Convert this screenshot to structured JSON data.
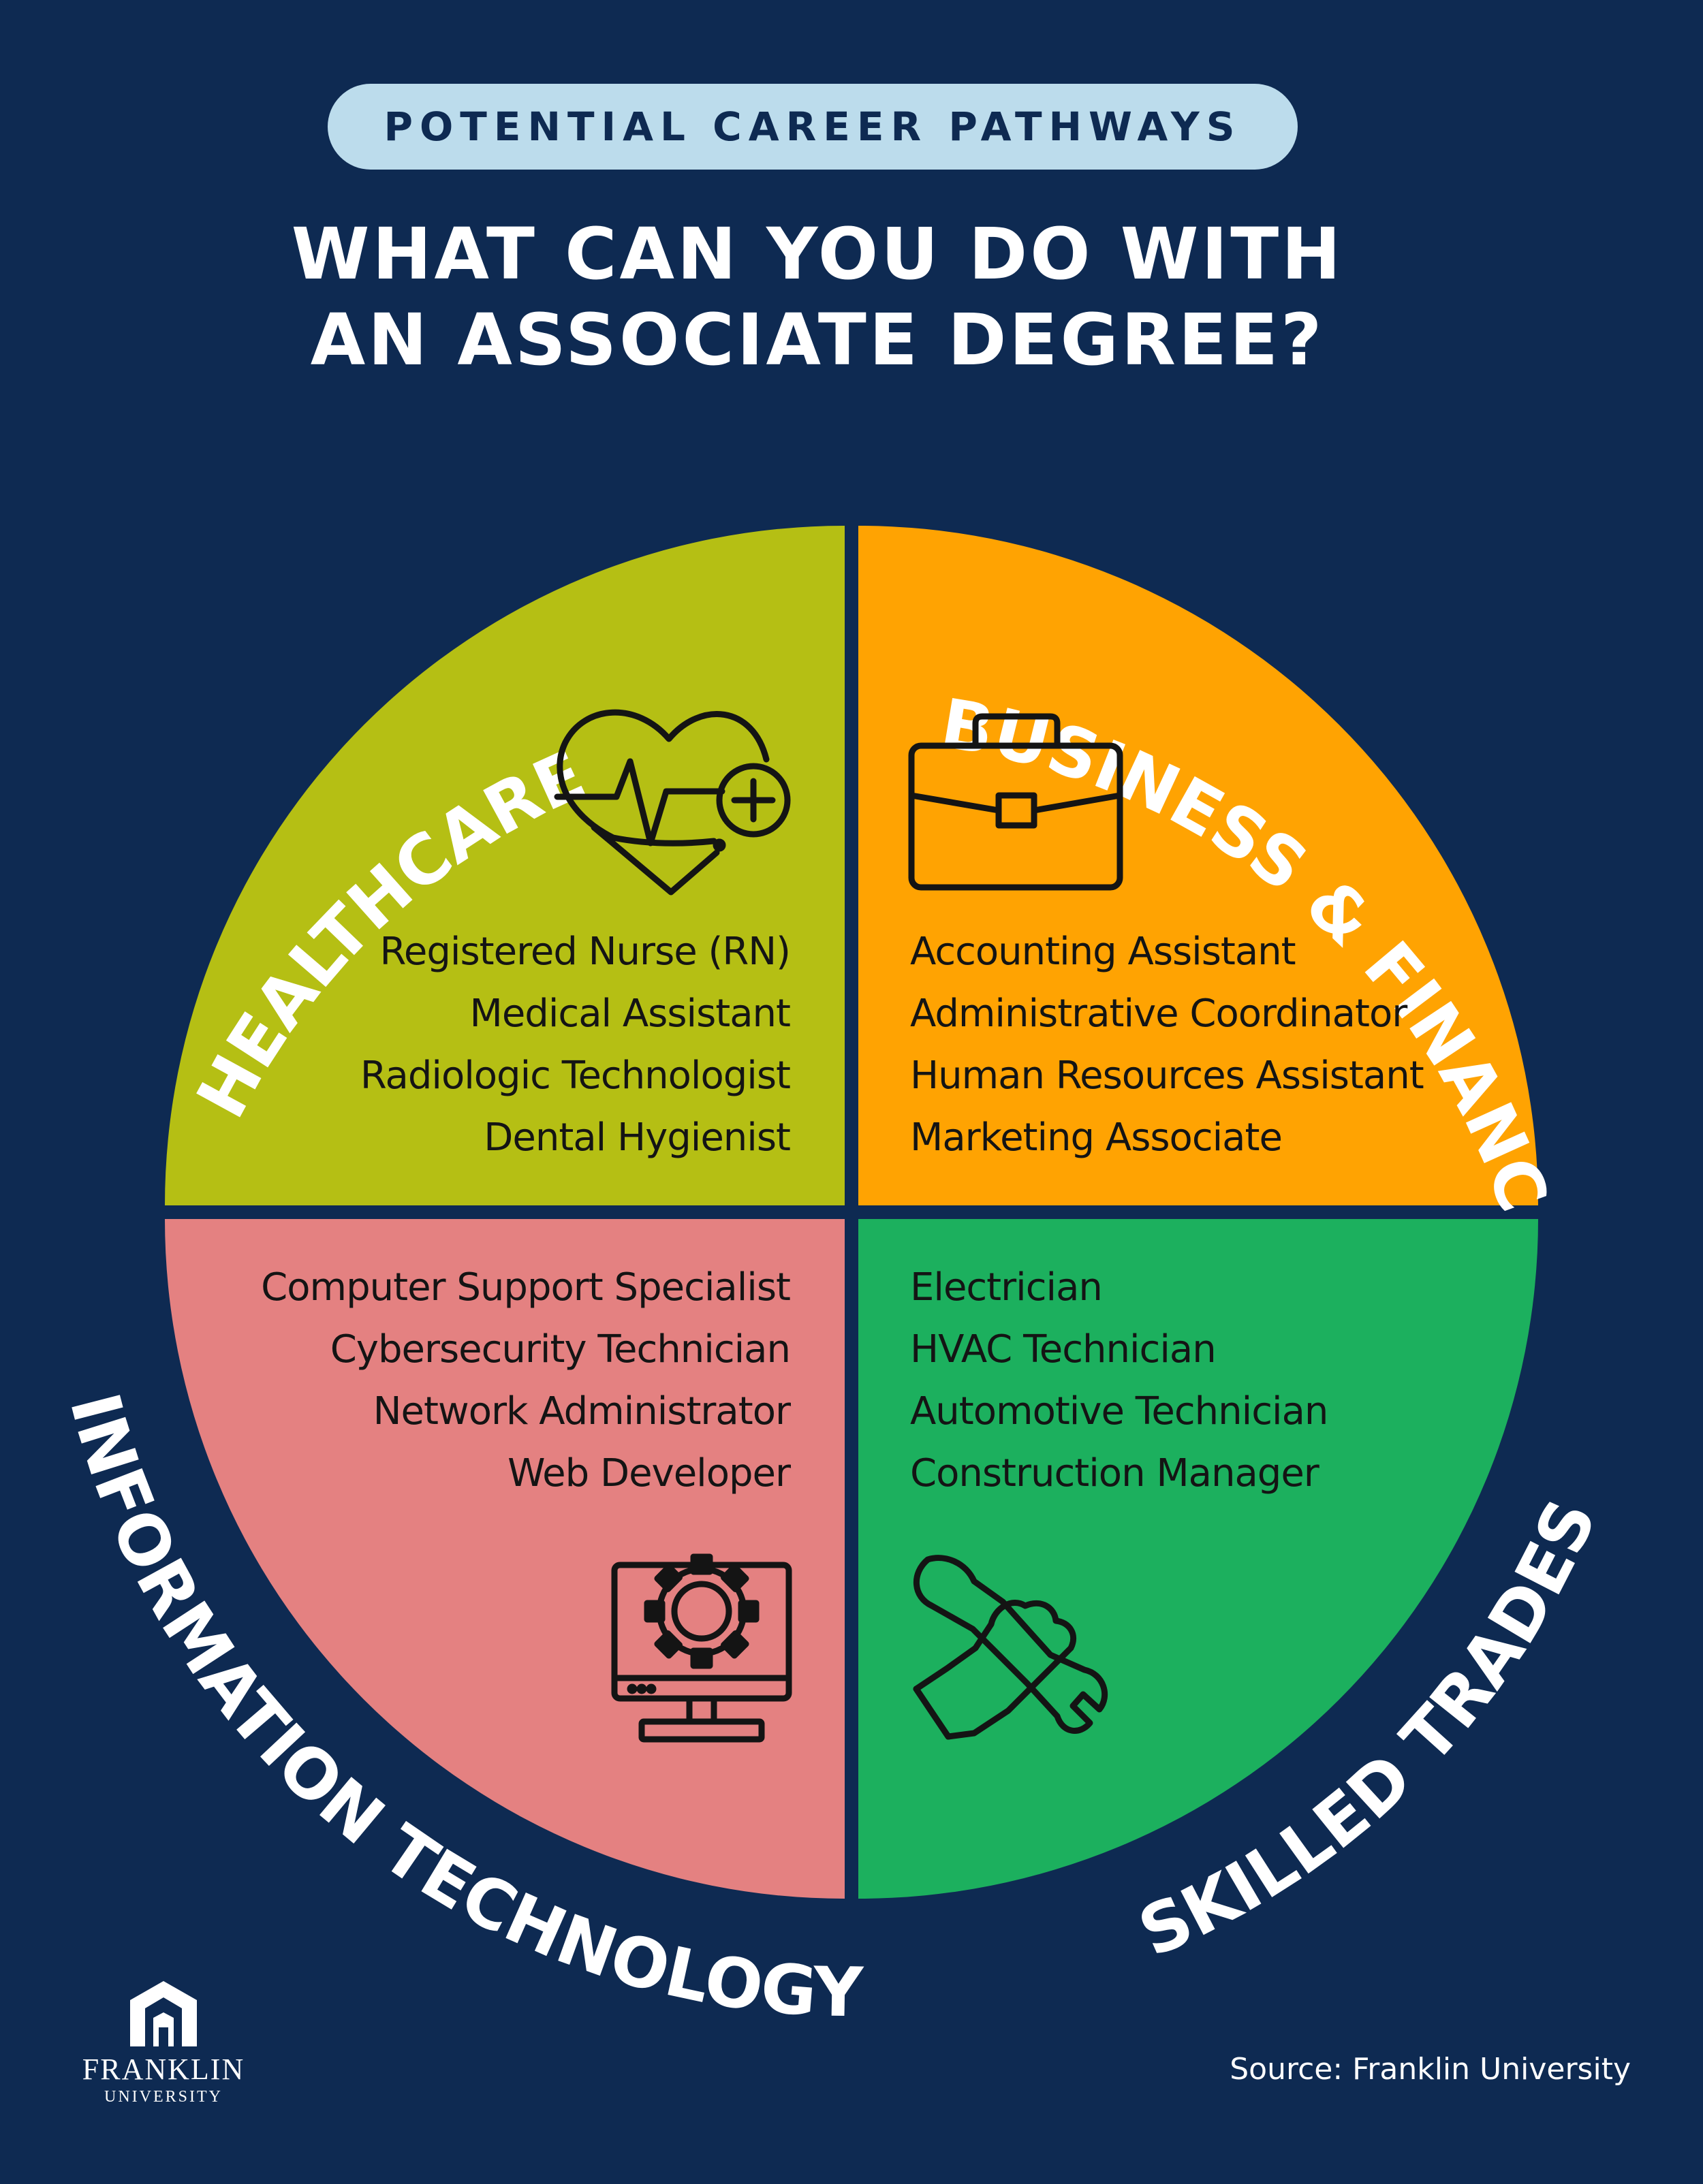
{
  "badge": "POTENTIAL CAREER PATHWAYS",
  "headline": [
    "WHAT CAN YOU DO WITH",
    "AN ASSOCIATE DEGREE?"
  ],
  "colors": {
    "background": "#0e2a52",
    "healthcare": "#b5bf14",
    "business": "#ffa302",
    "it": "#e48181",
    "trades": "#1cb05e"
  },
  "quadrants": {
    "healthcare": {
      "title": "HEALTHCARE",
      "icon": "heart-pulse-plus-icon",
      "jobs": [
        "Registered Nurse (RN)",
        "Medical Assistant",
        "Radiologic Technologist",
        "Dental Hygienist"
      ]
    },
    "business": {
      "title": "BUSINESS & FINANCE",
      "icon": "briefcase-icon",
      "jobs": [
        "Accounting Assistant",
        "Administrative Coordinator",
        "Human Resources Assistant",
        "Marketing Associate"
      ]
    },
    "it": {
      "title": "INFORMATION TECHNOLOGY",
      "icon": "monitor-gear-icon",
      "jobs": [
        "Computer Support Specialist",
        "Cybersecurity Technician",
        "Network Administrator",
        "Web Developer"
      ]
    },
    "trades": {
      "title": "SKILLED TRADES",
      "icon": "hand-wrench-icon",
      "jobs": [
        "Electrician",
        "HVAC Technician",
        "Automotive Technician",
        "Construction Manager"
      ]
    }
  },
  "logo": {
    "name": "FRANKLIN",
    "sub": "UNIVERSITY"
  },
  "source": "Source: Franklin University"
}
